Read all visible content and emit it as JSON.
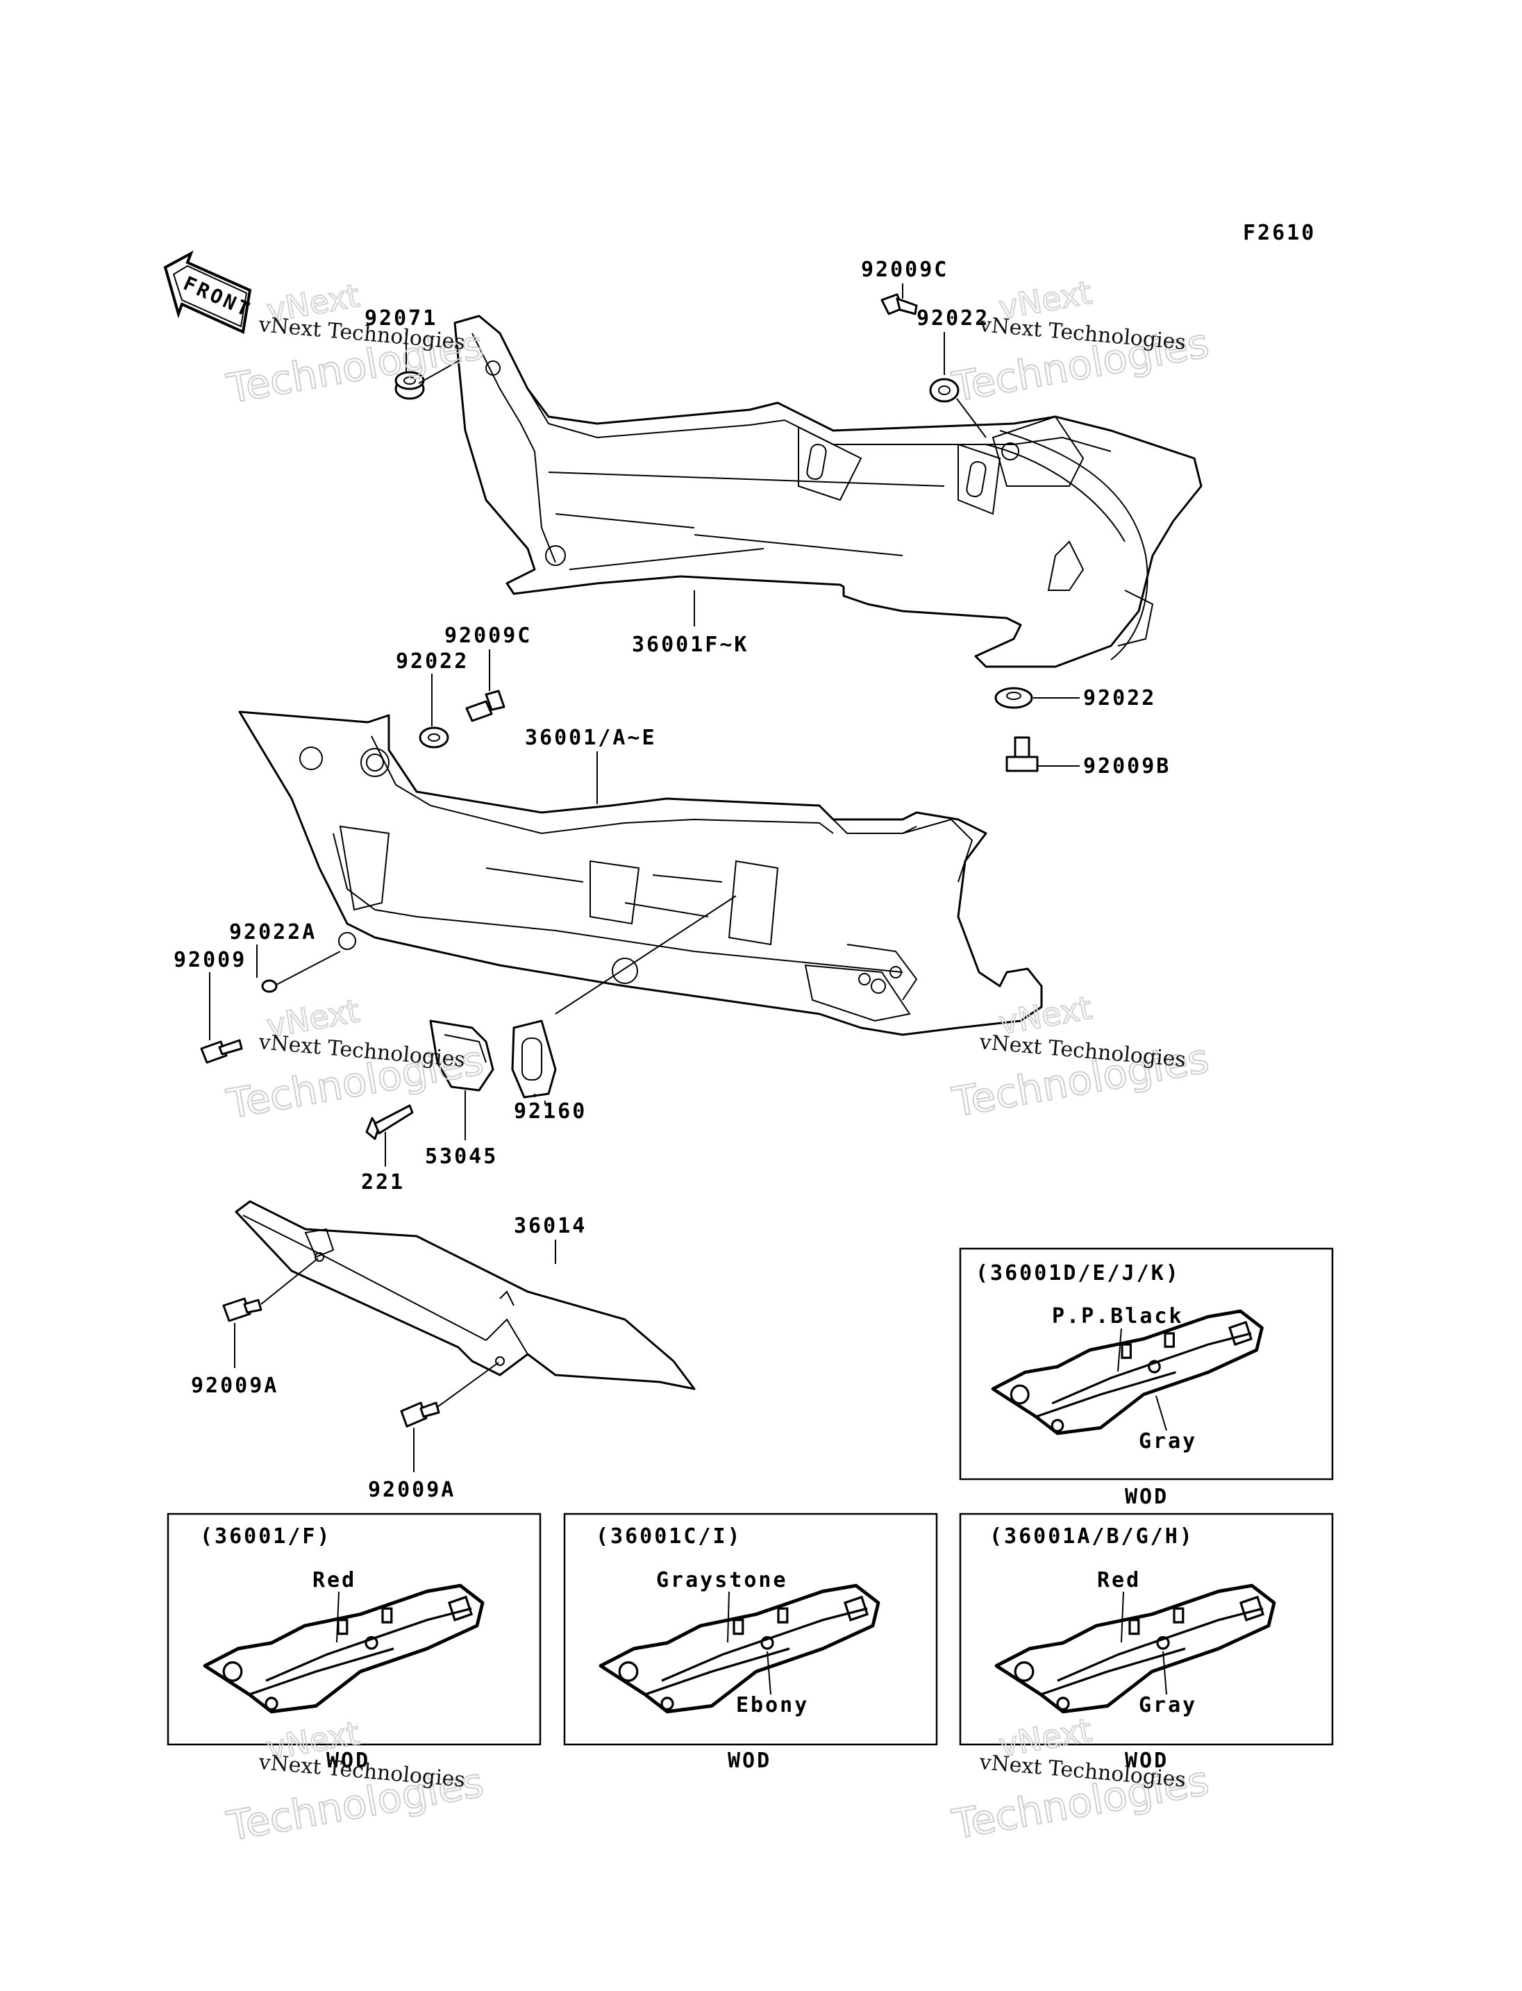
{
  "figure_code": "F2610",
  "front_arrow": {
    "text": "FRONT",
    "icon": "front-arrow-icon"
  },
  "watermark": {
    "line1": "vNext Technologies",
    "line2": "vNext",
    "line3": "Technologies"
  },
  "parts": {
    "p92009C_top": "92009C",
    "p92071": "92071",
    "p92022_top": "92022",
    "p36001FK": "36001F~K",
    "p92009C_mid": "92009C",
    "p92022_mid": "92022",
    "p36001AE": "36001/A~E",
    "p92022_right": "92022",
    "p92009B": "92009B",
    "p92022A": "92022A",
    "p92009": "92009",
    "p92160": "92160",
    "p53045": "53045",
    "p221": "221",
    "p36014": "36014",
    "p92009A_1": "92009A",
    "p92009A_2": "92009A"
  },
  "insets": [
    {
      "title": "(36001D/E/J/K)",
      "upper_label": "P.P.Black",
      "lower_label": "Gray",
      "caption": "WOD"
    },
    {
      "title": "(36001/F)",
      "upper_label": "Red",
      "lower_label": "",
      "caption": "WOD"
    },
    {
      "title": "(36001C/I)",
      "upper_label": "Graystone",
      "lower_label": "Ebony",
      "caption": "WOD"
    },
    {
      "title": "(36001A/B/G/H)",
      "upper_label": "Red",
      "lower_label": "Gray",
      "caption": "WOD"
    }
  ]
}
